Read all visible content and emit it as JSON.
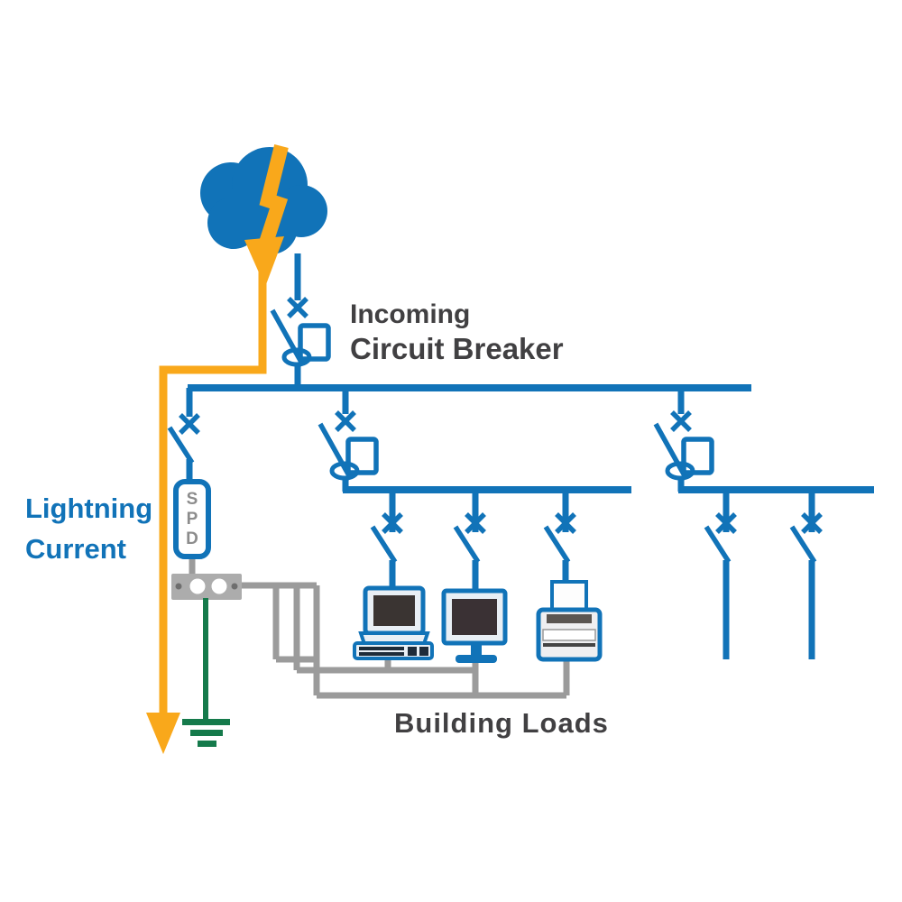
{
  "diagram": {
    "labels": {
      "incoming_breaker_line1": "Incoming",
      "incoming_breaker_line2": "Circuit Breaker",
      "lightning_current_line1": "Lightning",
      "lightning_current_line2": "Current",
      "building_loads": "Building Loads",
      "spd": {
        "letter1": "S",
        "letter2": "P",
        "letter3": "D"
      }
    },
    "colors": {
      "circuit_blue": "#1173B8",
      "lightning_yellow": "#F9A81B",
      "bonding_gray": "#9B9B9B",
      "earth_green": "#157A4B",
      "label_dark": "#414042",
      "spd_letter_gray": "#8C8C8C"
    }
  }
}
